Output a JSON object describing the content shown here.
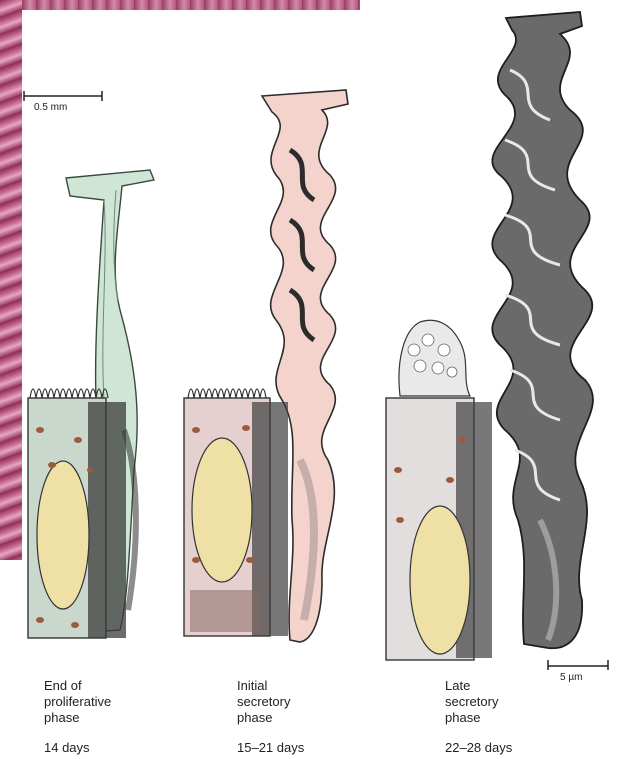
{
  "scale_bars": {
    "top_left": "0.5 mm",
    "bottom_right": "5 µm"
  },
  "phases": [
    {
      "caption": "End of\nproliferative\nphase",
      "days": "14 days"
    },
    {
      "caption": "Initial\nsecretory\nphase",
      "days": "15–21 days"
    },
    {
      "caption": "Late\nsecretory\nphase",
      "days": "22–28 days"
    }
  ],
  "colors": {
    "gland_proliferative": "#cfe6d6",
    "gland_initial_secretory": "#f3d3cc",
    "gland_late_secretory": "#4a4a4a",
    "nucleus": "#efe0a6",
    "cytoplasm": "#d9cfd0",
    "tissue_background": "#a94472"
  }
}
